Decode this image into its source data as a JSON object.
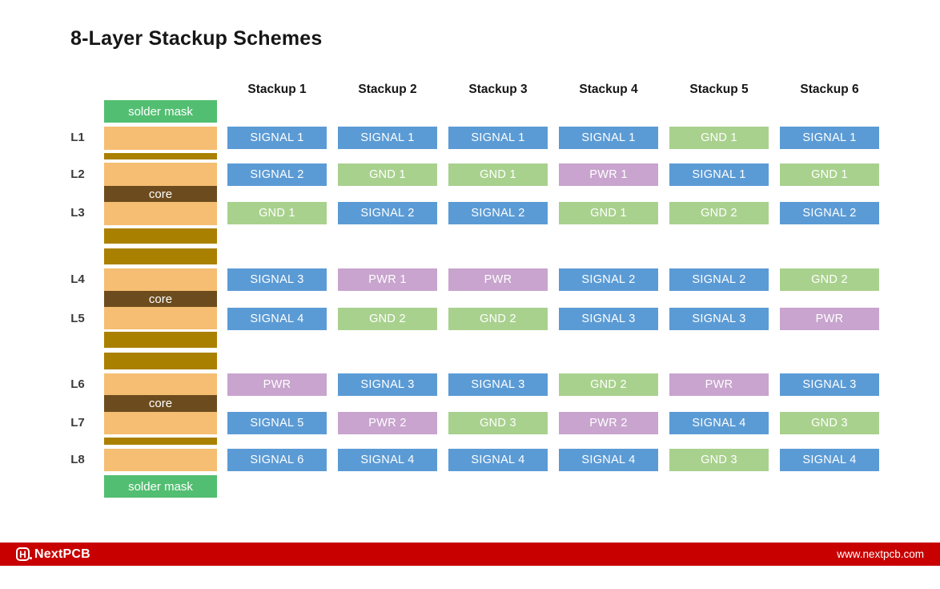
{
  "title": "8-Layer Stackup Schemes",
  "colors": {
    "signal": "#5B9BD5",
    "gnd": "#A9D18E",
    "pwr": "#C8A4CE",
    "copper": "#F5BE72",
    "prepreg": "#AA8000",
    "core": "#6C4C1E",
    "solder_mask": "#52BE71",
    "footer_bar": "#C80000"
  },
  "column_headers": [
    "Stackup 1",
    "Stackup 2",
    "Stackup 3",
    "Stackup 4",
    "Stackup 5",
    "Stackup 6"
  ],
  "row_labels": [
    "L1",
    "L2",
    "L3",
    "L4",
    "L5",
    "L6",
    "L7",
    "L8"
  ],
  "stack_bands": [
    {
      "kind": "solder_mask",
      "label": "solder mask"
    },
    {
      "kind": "copper",
      "layer": "L1"
    },
    {
      "kind": "prepreg_thin"
    },
    {
      "kind": "copper",
      "layer": "L2"
    },
    {
      "kind": "core",
      "label": "core"
    },
    {
      "kind": "copper",
      "layer": "L3"
    },
    {
      "kind": "prepreg"
    },
    {
      "kind": "prepreg"
    },
    {
      "kind": "copper",
      "layer": "L4"
    },
    {
      "kind": "core",
      "label": "core"
    },
    {
      "kind": "copper",
      "layer": "L5"
    },
    {
      "kind": "prepreg"
    },
    {
      "kind": "prepreg"
    },
    {
      "kind": "copper",
      "layer": "L6"
    },
    {
      "kind": "core",
      "label": "core"
    },
    {
      "kind": "copper",
      "layer": "L7"
    },
    {
      "kind": "prepreg_thin"
    },
    {
      "kind": "copper",
      "layer": "L8"
    },
    {
      "kind": "solder_mask",
      "label": "solder mask"
    }
  ],
  "grid": {
    "rows": [
      {
        "layer": "L1",
        "cells": [
          {
            "label": "SIGNAL 1",
            "type": "signal"
          },
          {
            "label": "SIGNAL 1",
            "type": "signal"
          },
          {
            "label": "SIGNAL 1",
            "type": "signal"
          },
          {
            "label": "SIGNAL 1",
            "type": "signal"
          },
          {
            "label": "GND 1",
            "type": "gnd"
          },
          {
            "label": "SIGNAL 1",
            "type": "signal"
          }
        ]
      },
      {
        "layer": "L2",
        "cells": [
          {
            "label": "SIGNAL 2",
            "type": "signal"
          },
          {
            "label": "GND 1",
            "type": "gnd"
          },
          {
            "label": "GND 1",
            "type": "gnd"
          },
          {
            "label": "PWR 1",
            "type": "pwr"
          },
          {
            "label": "SIGNAL 1",
            "type": "signal"
          },
          {
            "label": "GND 1",
            "type": "gnd"
          }
        ]
      },
      {
        "layer": "L3",
        "cells": [
          {
            "label": "GND 1",
            "type": "gnd"
          },
          {
            "label": "SIGNAL 2",
            "type": "signal"
          },
          {
            "label": "SIGNAL 2",
            "type": "signal"
          },
          {
            "label": "GND 1",
            "type": "gnd"
          },
          {
            "label": "GND 2",
            "type": "gnd"
          },
          {
            "label": "SIGNAL 2",
            "type": "signal"
          }
        ]
      },
      {
        "layer": "L4",
        "cells": [
          {
            "label": "SIGNAL 3",
            "type": "signal"
          },
          {
            "label": "PWR 1",
            "type": "pwr"
          },
          {
            "label": "PWR",
            "type": "pwr"
          },
          {
            "label": "SIGNAL 2",
            "type": "signal"
          },
          {
            "label": "SIGNAL 2",
            "type": "signal"
          },
          {
            "label": "GND 2",
            "type": "gnd"
          }
        ]
      },
      {
        "layer": "L5",
        "cells": [
          {
            "label": "SIGNAL 4",
            "type": "signal"
          },
          {
            "label": "GND 2",
            "type": "gnd"
          },
          {
            "label": "GND 2",
            "type": "gnd"
          },
          {
            "label": "SIGNAL 3",
            "type": "signal"
          },
          {
            "label": "SIGNAL 3",
            "type": "signal"
          },
          {
            "label": "PWR",
            "type": "pwr"
          }
        ]
      },
      {
        "layer": "L6",
        "cells": [
          {
            "label": "PWR",
            "type": "pwr"
          },
          {
            "label": "SIGNAL 3",
            "type": "signal"
          },
          {
            "label": "SIGNAL 3",
            "type": "signal"
          },
          {
            "label": "GND 2",
            "type": "gnd"
          },
          {
            "label": "PWR",
            "type": "pwr"
          },
          {
            "label": "SIGNAL 3",
            "type": "signal"
          }
        ]
      },
      {
        "layer": "L7",
        "cells": [
          {
            "label": "SIGNAL 5",
            "type": "signal"
          },
          {
            "label": "PWR 2",
            "type": "pwr"
          },
          {
            "label": "GND 3",
            "type": "gnd"
          },
          {
            "label": "PWR 2",
            "type": "pwr"
          },
          {
            "label": "SIGNAL 4",
            "type": "signal"
          },
          {
            "label": "GND 3",
            "type": "gnd"
          }
        ]
      },
      {
        "layer": "L8",
        "cells": [
          {
            "label": "SIGNAL 6",
            "type": "signal"
          },
          {
            "label": "SIGNAL 4",
            "type": "signal"
          },
          {
            "label": "SIGNAL 4",
            "type": "signal"
          },
          {
            "label": "SIGNAL 4",
            "type": "signal"
          },
          {
            "label": "GND 3",
            "type": "gnd"
          },
          {
            "label": "SIGNAL 4",
            "type": "signal"
          }
        ]
      }
    ]
  },
  "footer": {
    "brand": "NextPCB",
    "logo_letter": "H",
    "url": "www.nextpcb.com"
  }
}
